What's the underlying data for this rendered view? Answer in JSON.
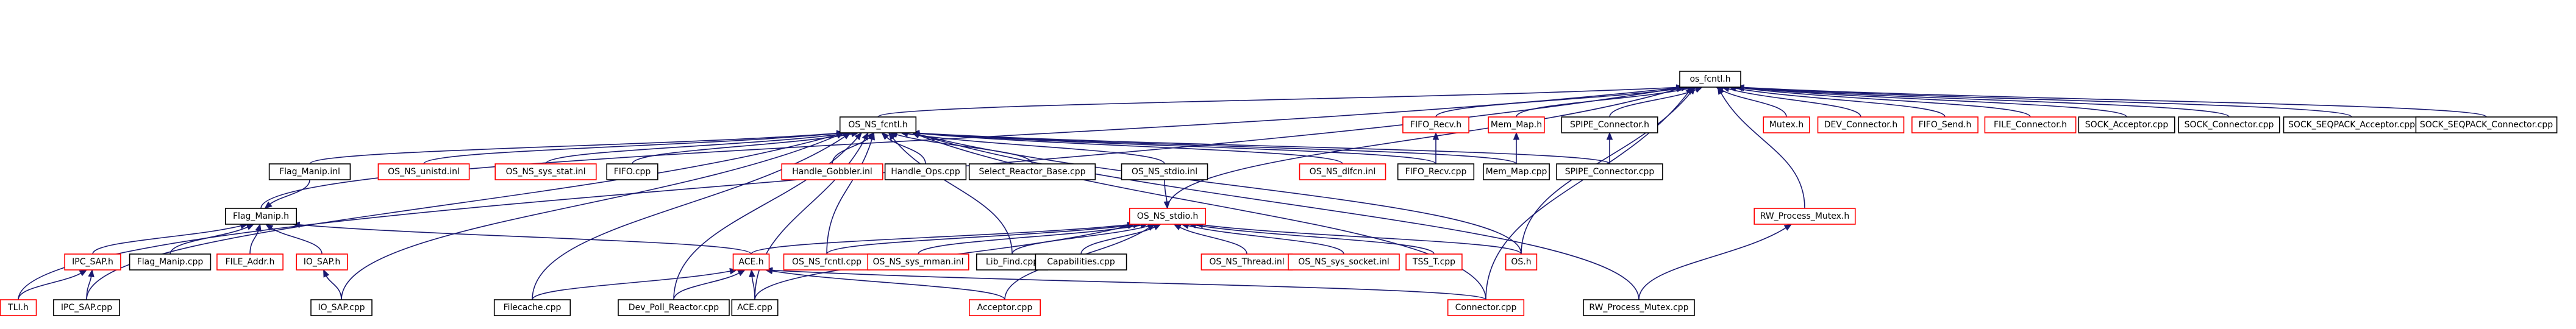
{
  "graph": {
    "root": "os_fcntl.h",
    "colors": {
      "background": "#ffffff",
      "edge": "#191970",
      "node_border_black": "#000000",
      "node_border_red": "#ff0000",
      "root_fill": "#bfbfbf",
      "text": "#000000"
    },
    "nodes": [
      {
        "id": "os_fcntl_h",
        "label": "os_fcntl.h",
        "border": "black",
        "root": true
      },
      {
        "id": "OS_NS_fcntl_h",
        "label": "OS_NS_fcntl.h",
        "border": "black"
      },
      {
        "id": "FIFO_Recv_h",
        "label": "FIFO_Recv.h",
        "border": "red"
      },
      {
        "id": "Mem_Map_h",
        "label": "Mem_Map.h",
        "border": "red"
      },
      {
        "id": "SPIPE_Connector_h",
        "label": "SPIPE_Connector.h",
        "border": "black"
      },
      {
        "id": "Mutex_h",
        "label": "Mutex.h",
        "border": "red"
      },
      {
        "id": "DEV_Connector_h",
        "label": "DEV_Connector.h",
        "border": "red"
      },
      {
        "id": "FIFO_Send_h",
        "label": "FIFO_Send.h",
        "border": "red"
      },
      {
        "id": "FILE_Connector_h",
        "label": "FILE_Connector.h",
        "border": "red"
      },
      {
        "id": "SOCK_Acceptor_cpp",
        "label": "SOCK_Acceptor.cpp",
        "border": "black"
      },
      {
        "id": "SOCK_Connector_cpp",
        "label": "SOCK_Connector.cpp",
        "border": "black"
      },
      {
        "id": "SOCK_SEQPACK_Acceptor_cpp",
        "label": "SOCK_SEQPACK_Acceptor.cpp",
        "border": "black"
      },
      {
        "id": "SOCK_SEQPACK_Connector_cpp",
        "label": "SOCK_SEQPACK_Connector.cpp",
        "border": "black"
      },
      {
        "id": "Flag_Manip_inl",
        "label": "Flag_Manip.inl",
        "border": "black"
      },
      {
        "id": "OS_NS_unistd_inl",
        "label": "OS_NS_unistd.inl",
        "border": "red"
      },
      {
        "id": "OS_NS_sys_stat_inl",
        "label": "OS_NS_sys_stat.inl",
        "border": "red"
      },
      {
        "id": "FIFO_cpp",
        "label": "FIFO.cpp",
        "border": "black"
      },
      {
        "id": "Handle_Gobbler_inl",
        "label": "Handle_Gobbler.inl",
        "border": "red"
      },
      {
        "id": "Handle_Ops_cpp",
        "label": "Handle_Ops.cpp",
        "border": "black"
      },
      {
        "id": "Select_Reactor_Base_cpp",
        "label": "Select_Reactor_Base.cpp",
        "border": "black"
      },
      {
        "id": "OS_NS_stdio_inl",
        "label": "OS_NS_stdio.inl",
        "border": "black"
      },
      {
        "id": "OS_NS_dlfcn_inl",
        "label": "OS_NS_dlfcn.inl",
        "border": "red"
      },
      {
        "id": "FIFO_Recv_cpp",
        "label": "FIFO_Recv.cpp",
        "border": "black"
      },
      {
        "id": "Mem_Map_cpp",
        "label": "Mem_Map.cpp",
        "border": "black"
      },
      {
        "id": "SPIPE_Connector_cpp",
        "label": "SPIPE_Connector.cpp",
        "border": "black"
      },
      {
        "id": "Flag_Manip_h",
        "label": "Flag_Manip.h",
        "border": "black"
      },
      {
        "id": "OS_NS_stdio_h",
        "label": "OS_NS_stdio.h",
        "border": "red"
      },
      {
        "id": "RW_Process_Mutex_h",
        "label": "RW_Process_Mutex.h",
        "border": "red"
      },
      {
        "id": "IPC_SAP_h",
        "label": "IPC_SAP.h",
        "border": "red"
      },
      {
        "id": "Flag_Manip_cpp",
        "label": "Flag_Manip.cpp",
        "border": "black"
      },
      {
        "id": "FILE_Addr_h",
        "label": "FILE_Addr.h",
        "border": "red"
      },
      {
        "id": "IO_SAP_h",
        "label": "IO_SAP.h",
        "border": "red"
      },
      {
        "id": "ACE_h",
        "label": "ACE.h",
        "border": "red"
      },
      {
        "id": "OS_NS_fcntl_cpp",
        "label": "OS_NS_fcntl.cpp",
        "border": "red"
      },
      {
        "id": "OS_NS_sys_mman_inl",
        "label": "OS_NS_sys_mman.inl",
        "border": "red"
      },
      {
        "id": "Lib_Find_cpp",
        "label": "Lib_Find.cpp",
        "border": "black"
      },
      {
        "id": "Capabilities_cpp",
        "label": "Capabilities.cpp",
        "border": "black"
      },
      {
        "id": "OS_NS_Thread_inl",
        "label": "OS_NS_Thread.inl",
        "border": "red"
      },
      {
        "id": "OS_NS_sys_socket_inl",
        "label": "OS_NS_sys_socket.inl",
        "border": "red"
      },
      {
        "id": "TSS_T_cpp",
        "label": "TSS_T.cpp",
        "border": "red"
      },
      {
        "id": "OS_h",
        "label": "OS.h",
        "border": "red"
      },
      {
        "id": "TLI_h",
        "label": "TLI.h",
        "border": "red"
      },
      {
        "id": "IPC_SAP_cpp",
        "label": "IPC_SAP.cpp",
        "border": "black"
      },
      {
        "id": "IO_SAP_cpp",
        "label": "IO_SAP.cpp",
        "border": "black"
      },
      {
        "id": "Filecache_cpp",
        "label": "Filecache.cpp",
        "border": "black"
      },
      {
        "id": "Dev_Poll_Reactor_cpp",
        "label": "Dev_Poll_Reactor.cpp",
        "border": "black"
      },
      {
        "id": "ACE_cpp",
        "label": "ACE.cpp",
        "border": "black"
      },
      {
        "id": "Acceptor_cpp",
        "label": "Acceptor.cpp",
        "border": "red"
      },
      {
        "id": "Connector_cpp",
        "label": "Connector.cpp",
        "border": "red"
      },
      {
        "id": "RW_Process_Mutex_cpp",
        "label": "RW_Process_Mutex.cpp",
        "border": "black"
      }
    ],
    "edges": [
      [
        "OS_NS_fcntl_h",
        "os_fcntl_h"
      ],
      [
        "FIFO_Recv_h",
        "os_fcntl_h"
      ],
      [
        "Mem_Map_h",
        "os_fcntl_h"
      ],
      [
        "SPIPE_Connector_h",
        "os_fcntl_h"
      ],
      [
        "Mutex_h",
        "os_fcntl_h"
      ],
      [
        "DEV_Connector_h",
        "os_fcntl_h"
      ],
      [
        "FIFO_Send_h",
        "os_fcntl_h"
      ],
      [
        "FILE_Connector_h",
        "os_fcntl_h"
      ],
      [
        "SOCK_Acceptor_cpp",
        "os_fcntl_h"
      ],
      [
        "SOCK_Connector_cpp",
        "os_fcntl_h"
      ],
      [
        "SOCK_SEQPACK_Acceptor_cpp",
        "os_fcntl_h"
      ],
      [
        "SOCK_SEQPACK_Connector_cpp",
        "os_fcntl_h"
      ],
      [
        "TLI_h",
        "os_fcntl_h"
      ],
      [
        "Flag_Manip_h",
        "os_fcntl_h"
      ],
      [
        "OS_NS_stdio_h",
        "os_fcntl_h"
      ],
      [
        "OS_h",
        "os_fcntl_h"
      ],
      [
        "Connector_cpp",
        "os_fcntl_h"
      ],
      [
        "RW_Process_Mutex_h",
        "os_fcntl_h"
      ],
      [
        "Flag_Manip_inl",
        "OS_NS_fcntl_h"
      ],
      [
        "OS_NS_unistd_inl",
        "OS_NS_fcntl_h"
      ],
      [
        "OS_NS_sys_stat_inl",
        "OS_NS_fcntl_h"
      ],
      [
        "FIFO_cpp",
        "OS_NS_fcntl_h"
      ],
      [
        "Handle_Gobbler_inl",
        "OS_NS_fcntl_h"
      ],
      [
        "Handle_Ops_cpp",
        "OS_NS_fcntl_h"
      ],
      [
        "Select_Reactor_Base_cpp",
        "OS_NS_fcntl_h"
      ],
      [
        "OS_NS_stdio_inl",
        "OS_NS_fcntl_h"
      ],
      [
        "OS_NS_dlfcn_inl",
        "OS_NS_fcntl_h"
      ],
      [
        "FIFO_Recv_cpp",
        "OS_NS_fcntl_h"
      ],
      [
        "Mem_Map_cpp",
        "OS_NS_fcntl_h"
      ],
      [
        "SPIPE_Connector_cpp",
        "OS_NS_fcntl_h"
      ],
      [
        "IPC_SAP_cpp",
        "OS_NS_fcntl_h"
      ],
      [
        "IO_SAP_cpp",
        "OS_NS_fcntl_h"
      ],
      [
        "Filecache_cpp",
        "OS_NS_fcntl_h"
      ],
      [
        "Dev_Poll_Reactor_cpp",
        "OS_NS_fcntl_h"
      ],
      [
        "ACE_cpp",
        "OS_NS_fcntl_h"
      ],
      [
        "OS_NS_fcntl_cpp",
        "OS_NS_fcntl_h"
      ],
      [
        "Lib_Find_cpp",
        "OS_NS_fcntl_h"
      ],
      [
        "OS_h",
        "OS_NS_fcntl_h"
      ],
      [
        "Connector_cpp",
        "OS_NS_fcntl_h"
      ],
      [
        "RW_Process_Mutex_cpp",
        "OS_NS_fcntl_h"
      ],
      [
        "FIFO_Recv_cpp",
        "FIFO_Recv_h"
      ],
      [
        "Mem_Map_cpp",
        "Mem_Map_h"
      ],
      [
        "SPIPE_Connector_cpp",
        "SPIPE_Connector_h"
      ],
      [
        "Flag_Manip_inl",
        "Flag_Manip_h"
      ],
      [
        "OS_NS_stdio_inl",
        "OS_NS_stdio_h"
      ],
      [
        "IPC_SAP_h",
        "Flag_Manip_h"
      ],
      [
        "Flag_Manip_cpp",
        "Flag_Manip_h"
      ],
      [
        "FILE_Addr_h",
        "Flag_Manip_h"
      ],
      [
        "IO_SAP_h",
        "Flag_Manip_h"
      ],
      [
        "ACE_h",
        "Flag_Manip_h"
      ],
      [
        "TLI_h",
        "IPC_SAP_h"
      ],
      [
        "IPC_SAP_cpp",
        "IPC_SAP_h"
      ],
      [
        "IO_SAP_cpp",
        "IO_SAP_h"
      ],
      [
        "ACE_h",
        "OS_NS_stdio_h"
      ],
      [
        "OS_NS_fcntl_cpp",
        "OS_NS_stdio_h"
      ],
      [
        "OS_NS_sys_mman_inl",
        "OS_NS_stdio_h"
      ],
      [
        "Lib_Find_cpp",
        "OS_NS_stdio_h"
      ],
      [
        "Capabilities_cpp",
        "OS_NS_stdio_h"
      ],
      [
        "OS_NS_Thread_inl",
        "OS_NS_stdio_h"
      ],
      [
        "OS_NS_sys_socket_inl",
        "OS_NS_stdio_h"
      ],
      [
        "TSS_T_cpp",
        "OS_NS_stdio_h"
      ],
      [
        "OS_h",
        "OS_NS_stdio_h"
      ],
      [
        "ACE_cpp",
        "OS_NS_stdio_h"
      ],
      [
        "Acceptor_cpp",
        "OS_NS_stdio_h"
      ],
      [
        "Filecache_cpp",
        "ACE_h"
      ],
      [
        "Dev_Poll_Reactor_cpp",
        "ACE_h"
      ],
      [
        "ACE_cpp",
        "ACE_h"
      ],
      [
        "Acceptor_cpp",
        "ACE_h"
      ],
      [
        "Connector_cpp",
        "ACE_h"
      ],
      [
        "RW_Process_Mutex_cpp",
        "RW_Process_Mutex_h"
      ]
    ]
  }
}
